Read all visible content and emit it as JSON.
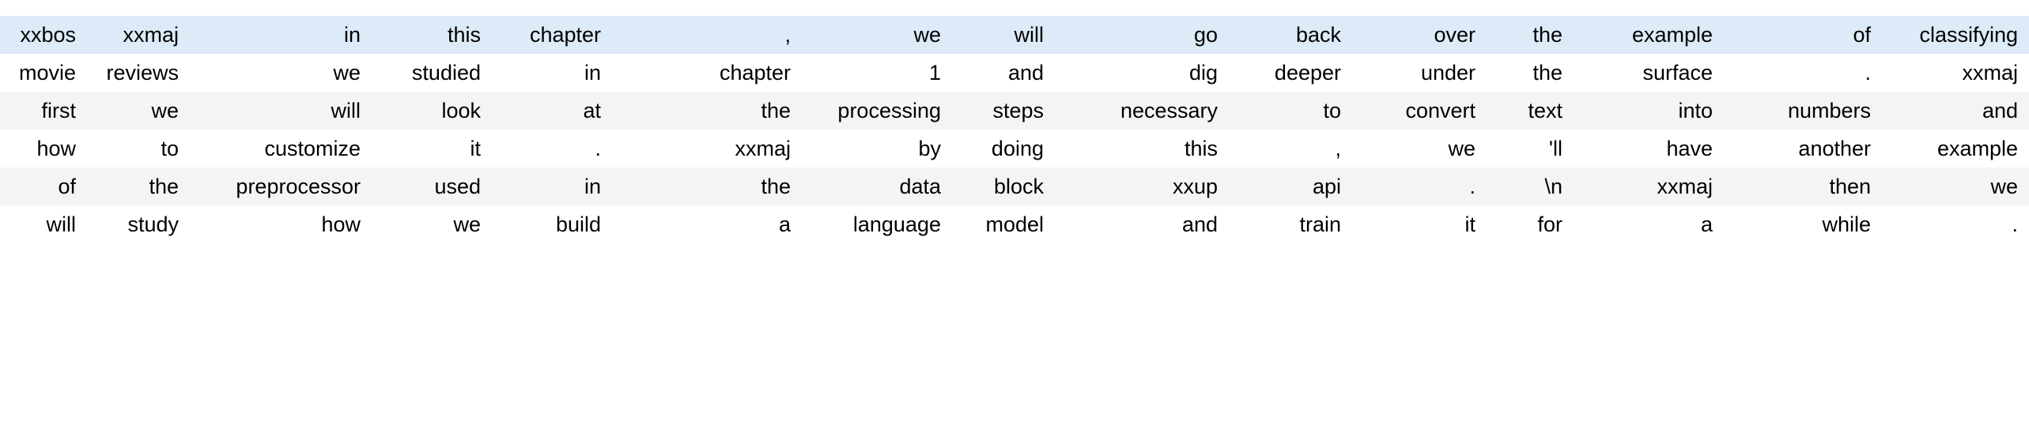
{
  "table": {
    "kind": "tokenized-text-batch",
    "column_count": 15,
    "row_count": 6,
    "colors": {
      "highlight_row_bg": "#ddeaf7",
      "stripe_row_bg": "#f4f4f4",
      "plain_row_bg": "#ffffff",
      "text": "#000000",
      "page_bg": "#ffffff"
    },
    "rows": [
      {
        "style": "highlight",
        "cells": [
          "xxbos",
          "xxmaj",
          "in",
          "this",
          "chapter",
          ",",
          "we",
          "will",
          "go",
          "back",
          "over",
          "the",
          "example",
          "of",
          "classifying"
        ]
      },
      {
        "style": "plain",
        "cells": [
          "movie",
          "reviews",
          "we",
          "studied",
          "in",
          "chapter",
          "1",
          "and",
          "dig",
          "deeper",
          "under",
          "the",
          "surface",
          ".",
          "xxmaj"
        ]
      },
      {
        "style": "stripe",
        "cells": [
          "first",
          "we",
          "will",
          "look",
          "at",
          "the",
          "processing",
          "steps",
          "necessary",
          "to",
          "convert",
          "text",
          "into",
          "numbers",
          "and"
        ]
      },
      {
        "style": "plain",
        "cells": [
          "how",
          "to",
          "customize",
          "it",
          ".",
          "xxmaj",
          "by",
          "doing",
          "this",
          ",",
          "we",
          "'ll",
          "have",
          "another",
          "example"
        ]
      },
      {
        "style": "stripe",
        "cells": [
          "of",
          "the",
          "preprocessor",
          "used",
          "in",
          "the",
          "data",
          "block",
          "xxup",
          "api",
          ".",
          "\\n",
          "xxmaj",
          "then",
          "we"
        ]
      },
      {
        "style": "plain",
        "cells": [
          "will",
          "study",
          "how",
          "we",
          "build",
          "a",
          "language",
          "model",
          "and",
          "train",
          "it",
          "for",
          "a",
          "while",
          "."
        ]
      }
    ]
  }
}
